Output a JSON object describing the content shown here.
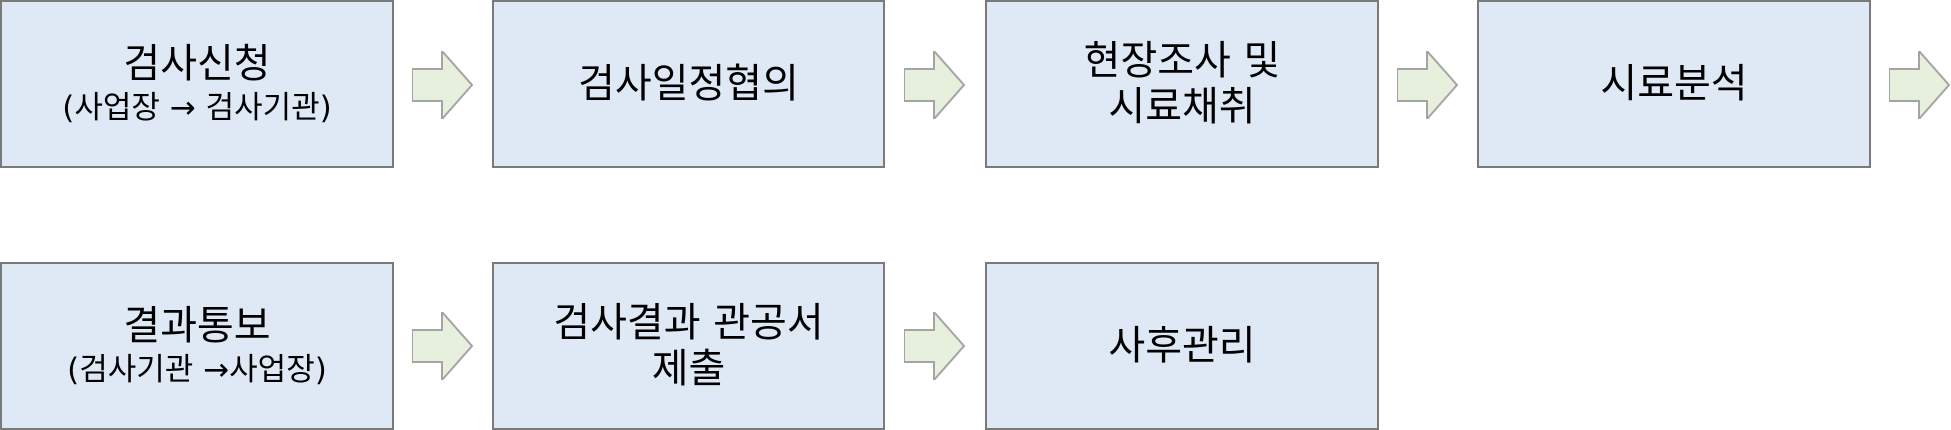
{
  "colors": {
    "box_fill": "#dfe9f5",
    "box_border": "#7a7a7a",
    "arrow_fill": "#e6f0dc",
    "arrow_stroke": "#a4a4a4"
  },
  "steps": [
    {
      "line1": "검사신청",
      "line2": "(사업장 → 검사기관)"
    },
    {
      "line1": "검사일정협의",
      "line2": ""
    },
    {
      "line1": "현장조사 및",
      "line2": "시료채취"
    },
    {
      "line1": "시료분석",
      "line2": ""
    },
    {
      "line1": "결과통보",
      "line2": "(검사기관 →사업장)"
    },
    {
      "line1": "검사결과 관공서",
      "line2": "제출"
    },
    {
      "line1": "사후관리",
      "line2": ""
    }
  ],
  "arrow_icon": "right-arrow-icon"
}
